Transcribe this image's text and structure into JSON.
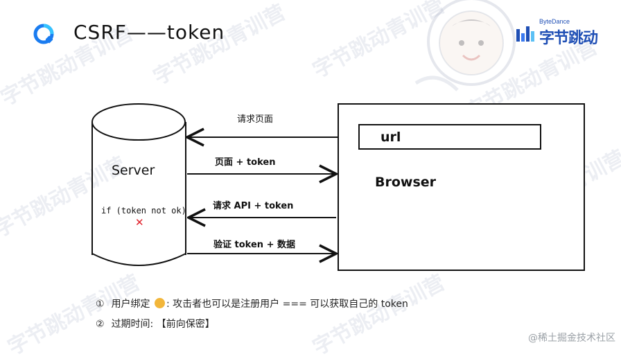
{
  "slide": {
    "title": "CSRF——token"
  },
  "brand": {
    "sub": "ByteDance",
    "main": "字节跳动"
  },
  "watermark": {
    "text": "字节跳动青训营"
  },
  "diagram": {
    "server_label": "Server",
    "server_check": "if (token not ok)",
    "server_fail_mark": "✕",
    "browser_label": "Browser",
    "url_label": "url",
    "arrows": [
      {
        "label": "请求页面",
        "direction": "to-server"
      },
      {
        "label": "页面 + token",
        "direction": "to-browser"
      },
      {
        "label": "请求 API + token",
        "direction": "to-server"
      },
      {
        "label": "验证 token + 数据",
        "direction": "to-browser"
      }
    ]
  },
  "notes": [
    {
      "num": "①",
      "text_before": "用户绑定",
      "text_after": ": 攻击者也可以是注册用户 === 可以获取自己的 token"
    },
    {
      "num": "②",
      "text_before": "过期时间: 【前向保密】",
      "text_after": ""
    }
  ],
  "footer": {
    "text": "@稀土掘金技术社区"
  },
  "colors": {
    "brand_blue": "#1f4fb5",
    "fail_red": "#e0202a"
  }
}
